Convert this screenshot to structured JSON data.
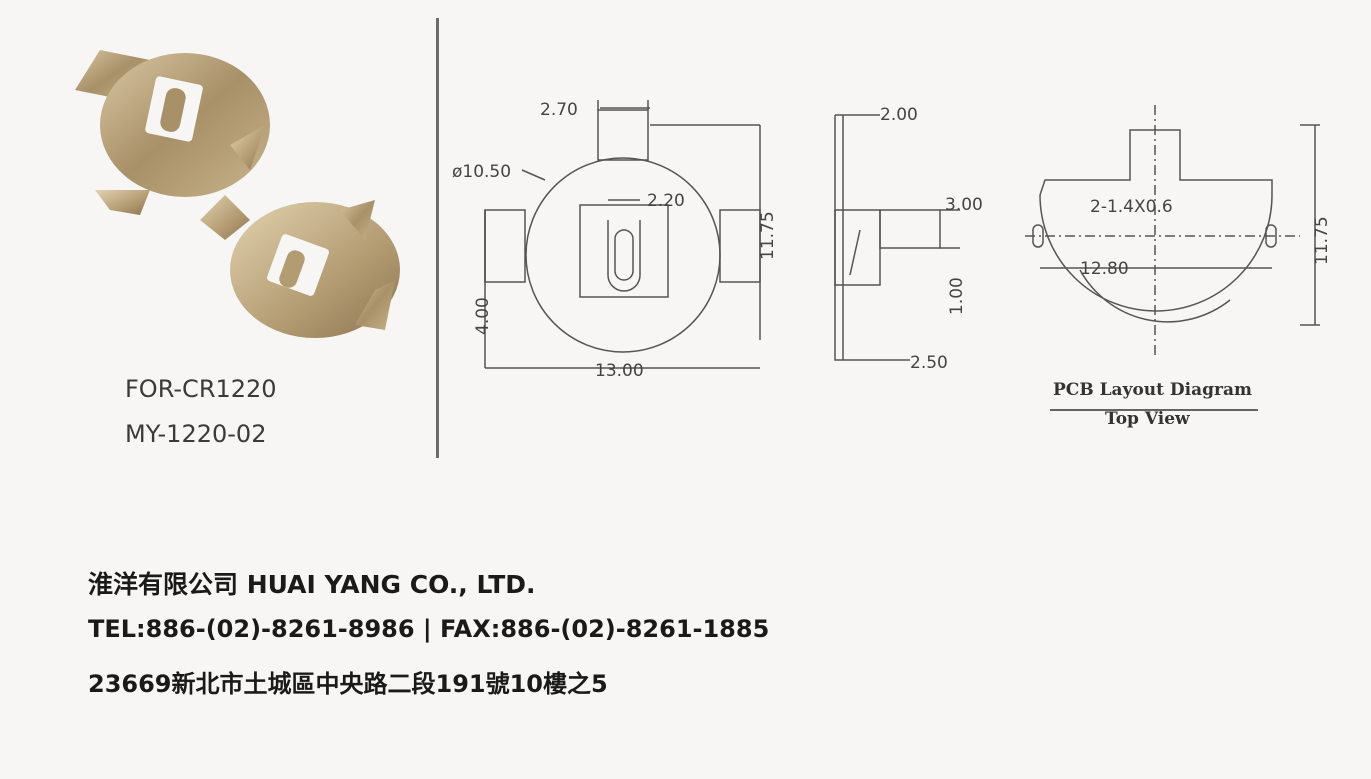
{
  "product": {
    "model_line1": "FOR-CR1220",
    "model_line2": "MY-1220-02"
  },
  "dimensions": {
    "front_view": {
      "tab_width": "2.70",
      "diameter": "ø10.50",
      "slot_width": "2.20",
      "height": "11.75",
      "tab_height": "4.00",
      "width": "13.00"
    },
    "side_view": {
      "thickness": "2.00",
      "contact_height": "3.00",
      "contact_gap": "1.00",
      "depth": "2.50"
    },
    "pcb_layout": {
      "hole_size": "2-1.4X0.6",
      "hole_spacing": "12.80",
      "height": "11.75",
      "caption_line1": "PCB Layout Diagram",
      "caption_line2": "Top View"
    }
  },
  "company": {
    "name": "淮洋有限公司 HUAI YANG CO., LTD.",
    "contact": "TEL:886-(02)-8261-8986 | FAX:886-(02)-8261-1885",
    "address": "23669新北市土城區中央路二段191號10樓之5"
  },
  "colors": {
    "metal": "#b8a27a",
    "line": "#555555"
  }
}
